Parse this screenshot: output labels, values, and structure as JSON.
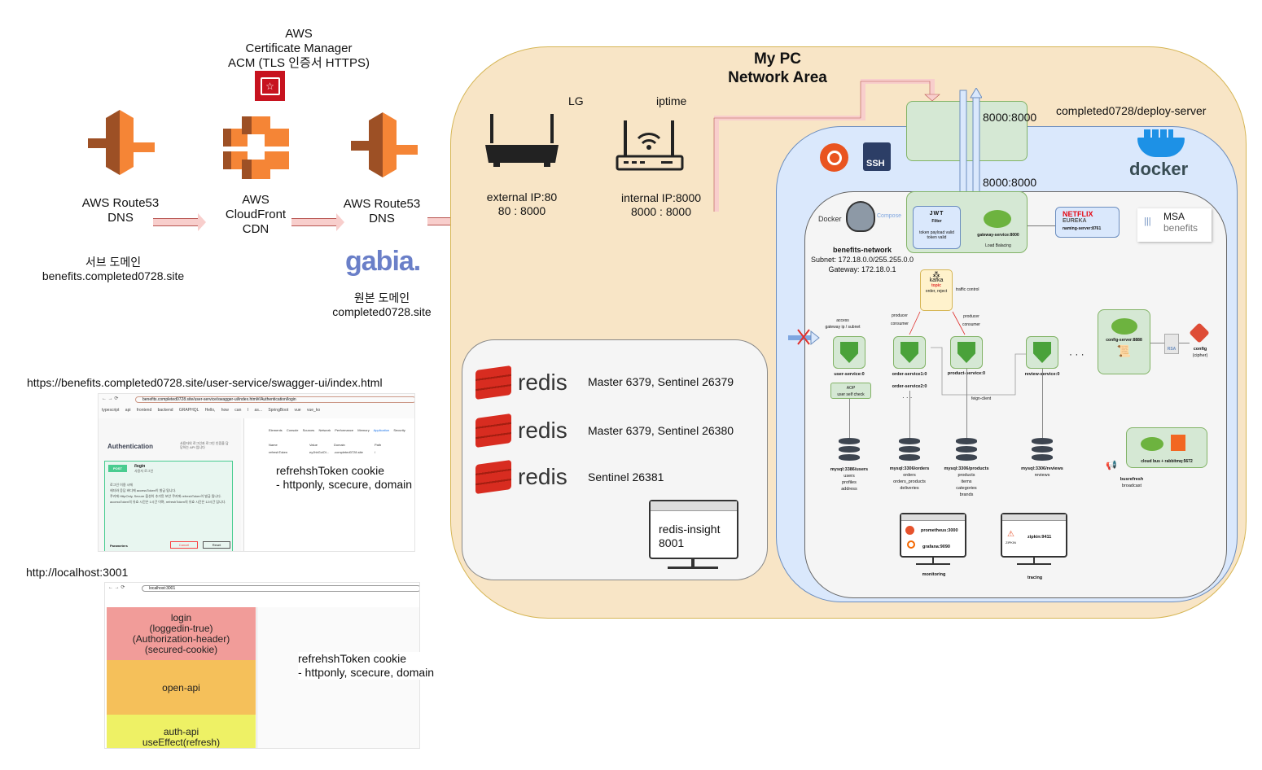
{
  "aws": {
    "acm_label": [
      "AWS",
      "Certificate Manager",
      "ACM (TLS 인증서 HTTPS)"
    ],
    "route53_left": [
      "AWS Route53",
      "DNS"
    ],
    "cloudfront": [
      "AWS",
      "CloudFront",
      "CDN"
    ],
    "route53_right": [
      "AWS Route53",
      "DNS"
    ],
    "sub_domain": [
      "서브 도메인",
      "benefits.completed0728.site"
    ],
    "gabia_logo": "gabia.",
    "origin_domain": [
      "원본 도메인",
      "completed0728.site"
    ],
    "colors": {
      "aws_orange": "#e7861f",
      "acm_red": "#c7131f",
      "arrow_fill": "#f8cecc"
    }
  },
  "screenshots": {
    "swagger": {
      "caption": "https://benefits.completed0728.site/user-service/swagger-ui/index.html",
      "address": "benefits.completed0728.site/user-service/swagger-ui/index.html#/Authentication/login",
      "bookmarks": [
        "typescript",
        "api",
        "frontend",
        "backend",
        "GRAPHQL",
        "Hello, how can I as...",
        "SpringBoot",
        "vue",
        "vue_ko"
      ],
      "section_title": "Authentication",
      "section_desc": "사용자의 로그인과 로그인 인증을 담당하는 API 입니다",
      "method": "POST",
      "path": "/login",
      "path_desc": "사용자 로그인",
      "body_lines": [
        "로그인 이용 시에",
        "헤더와 응답 바디에 accessToken이 발급 됩니다.",
        "쿠키에 HttpOnly, Secure 옵션이 추가된 보안 쿠키에 refreshToken이 발급 됩니다.",
        "accessToken의 유효 시간은 1시간 이며, refreshToken의 유효 시간은 12시간 입니다."
      ],
      "parameters": "Parameters",
      "cancel": "Cancel",
      "reset": "Reset",
      "devtools_tabs": [
        "Elements",
        "Console",
        "Sources",
        "Network",
        "Performance",
        "Memory",
        "Application",
        "Security"
      ],
      "cookie_headers": [
        "Name",
        "Value",
        "Domain",
        "Path"
      ],
      "cookie_row": [
        "refreshToken",
        "eyJhbGciOi...",
        ".completed0728.site",
        "/"
      ],
      "note": [
        "refrehshToken cookie",
        "- httponly, scecure, domain"
      ]
    },
    "localhost": {
      "caption": "http://localhost:3001",
      "address": "localhost:3001",
      "blocks": [
        {
          "lines": [
            "login",
            "(loggedin-true)",
            "(Authorization-header)",
            "(secured-cookie)"
          ],
          "color": "#f19c99"
        },
        {
          "lines": [
            "open-api"
          ],
          "color": "#f5c05a"
        },
        {
          "lines": [
            "auth-api",
            "useEffect(refresh)"
          ],
          "color": "#eef165"
        }
      ],
      "note": [
        "refrehshToken cookie",
        "- httponly, scecure, domain"
      ]
    }
  },
  "network": {
    "title": [
      "My PC",
      "Network Area"
    ],
    "lg_label": "LG",
    "iptime_label": "iptime",
    "external": [
      "external IP:80",
      "80 : 8000"
    ],
    "internal": [
      "internal IP:8000",
      "8000 : 8000"
    ],
    "colors": {
      "area_fill": "#f8e5c6",
      "area_border": "#d6b656"
    }
  },
  "redis": {
    "word": "redis",
    "rows": [
      "Master 6379, Sentinel 26379",
      "Master 6379, Sentinel 26380",
      "Sentinel 26381"
    ],
    "insight": [
      "redis-insight",
      "8001"
    ]
  },
  "server": {
    "title": "completed0728/deploy-server",
    "port_top": "8000:8000",
    "port_bottom": "8000:8000",
    "docker_logo": "docker",
    "ssh_label": "SSH",
    "compose": {
      "docker": "Docker",
      "compose": "Compose"
    },
    "network_name": "benefits-network",
    "subnet": "Subnet: 172.18.0.0/255.255.0.0",
    "gateway": "Gateway: 172.18.0.1",
    "jwt": {
      "logo": "JWT",
      "title": "Filter",
      "lines": [
        "token payload valid",
        "token valid"
      ]
    },
    "gateway_service": {
      "name": "gateway-service:8000",
      "desc": "Load Balacing"
    },
    "eureka": {
      "brand": "NETFLIX",
      "product": "EUREKA",
      "name": "naming-server:8761"
    },
    "msa": [
      "MSA",
      "benefits"
    ],
    "kafka": {
      "name": "kafka",
      "topic": "topic",
      "desc": "order, reject",
      "note": "traffic control"
    },
    "access_note": [
      "access",
      "gateway ip / subnet"
    ],
    "producer_consumer": [
      "producer",
      "consumer"
    ],
    "services": [
      {
        "name": "user-service:0"
      },
      {
        "name": "order-service1:0",
        "extra": "order-service2:0"
      },
      {
        "name": "product-service:0"
      },
      {
        "name": "review-service:0"
      }
    ],
    "aop": [
      "AOP",
      "user self check"
    ],
    "feign": "feign-client",
    "ellipsis": "· · ·",
    "dbs": [
      {
        "name": "mysql:3386/users",
        "tables": [
          "users",
          "profiles",
          "address"
        ]
      },
      {
        "name": "mysql:3306/orders",
        "tables": [
          "orders",
          "orders_products",
          "deliveries"
        ]
      },
      {
        "name": "mysql:3306/products",
        "tables": [
          "products",
          "items",
          "categories",
          "brands"
        ]
      },
      {
        "name": "mysql:3306/reviews",
        "tables": [
          "reviews"
        ]
      }
    ],
    "config_server": "config-server:8888",
    "rsa": "RSA",
    "config": [
      "config",
      "(cipher)"
    ],
    "cloud_bus": "cloud bus + rabbitmq:5672",
    "busrefresh": [
      "busrefresh",
      "broadcast"
    ],
    "monitoring": {
      "prometheus": "prometheus:3000",
      "grafana": "grafana:9090",
      "label": "monitoring"
    },
    "tracing": {
      "zipkin": "zipkin:9411",
      "zipkin_logo": "ZIPKIN",
      "label": "tracing"
    },
    "colors": {
      "docker_area": "#dae8fc",
      "green_box": "#d5e8d4",
      "kafka_box": "#fff2cc"
    }
  }
}
